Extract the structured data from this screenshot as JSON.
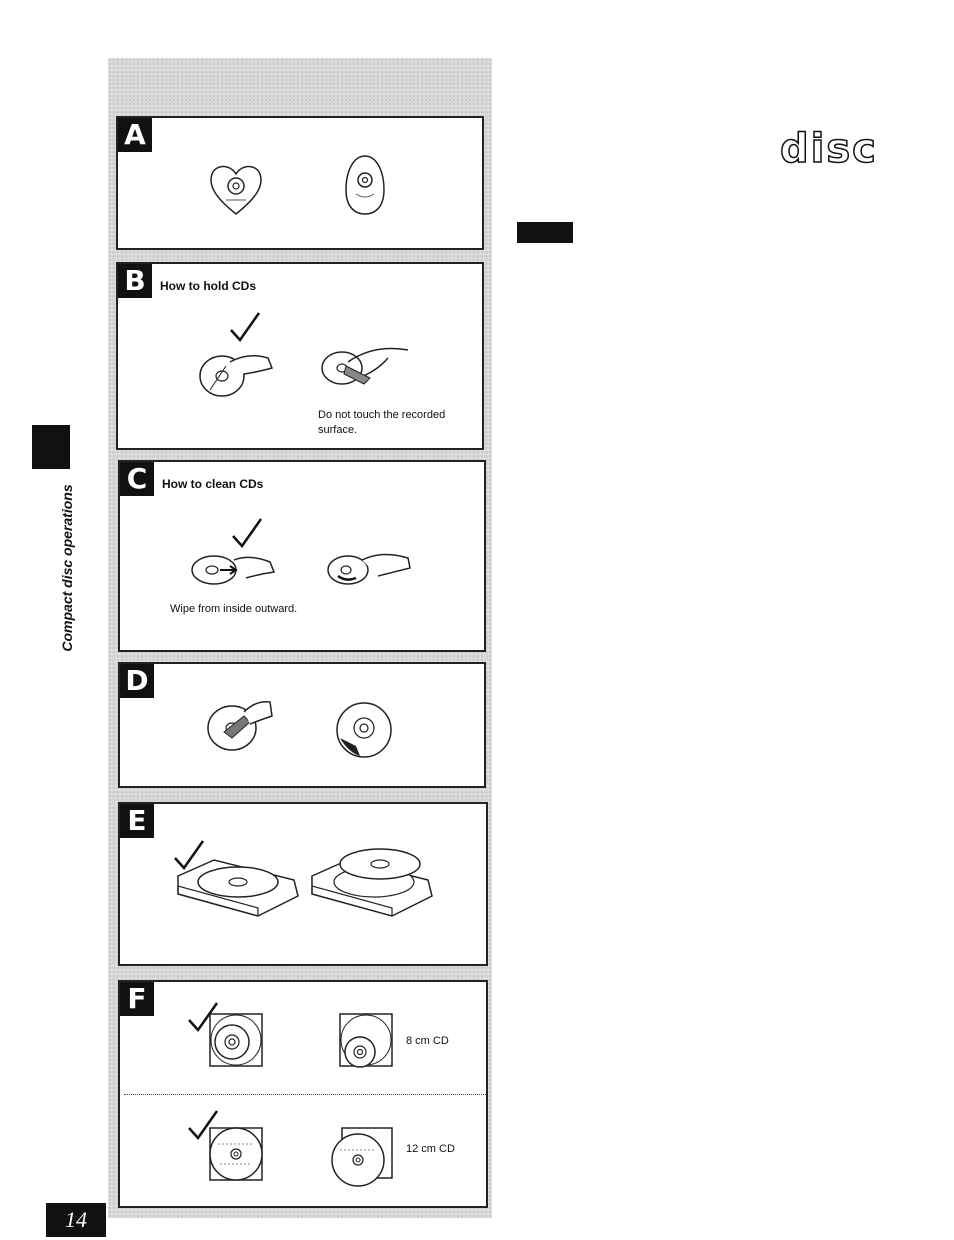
{
  "logo": {
    "text": "disc"
  },
  "sidebar": {
    "label": "Compact disc operations"
  },
  "page_number": "14",
  "panels": {
    "a": {
      "letter": "A"
    },
    "b": {
      "letter": "B",
      "title": "How to hold CDs",
      "caption": "Do not touch the recorded surface."
    },
    "c": {
      "letter": "C",
      "title": "How to clean CDs",
      "caption": "Wipe from inside outward."
    },
    "d": {
      "letter": "D"
    },
    "e": {
      "letter": "E"
    },
    "f": {
      "letter": "F",
      "caption_8cm": "8 cm CD",
      "caption_12cm": "12 cm CD"
    }
  }
}
